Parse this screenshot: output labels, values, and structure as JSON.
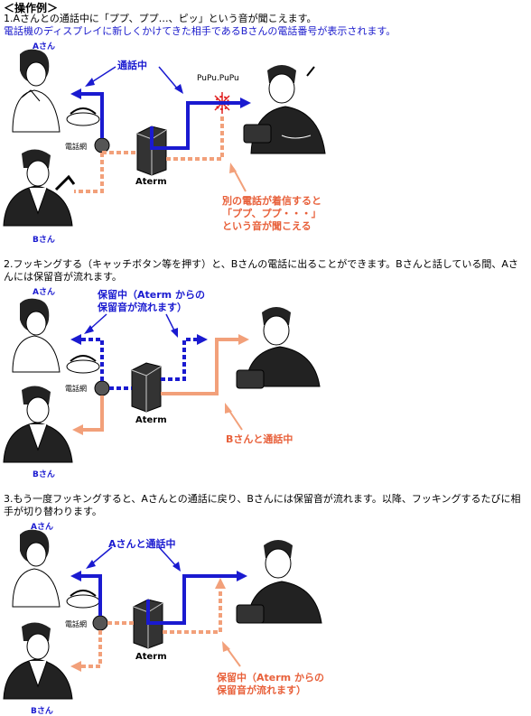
{
  "heading": "＜操作例＞",
  "step1": {
    "text": "1.Aさんとの通話中に「ププ、ププ…、ピッ」という音が聞こえます。",
    "subtext": "電話機のディスプレイに新しくかけてきた相手であるBさんの電話番号が表示されます。",
    "label_a": "Aさん",
    "label_b": "Bさん",
    "callout_top": "通話中",
    "pupu": "PuPu.PuPu",
    "network": "電話網",
    "aterm": "Aterm",
    "callout_bottom": [
      "別の電話が着信すると",
      "「ププ、ププ・・・」",
      "という音が聞こえる"
    ]
  },
  "step2": {
    "text": "2.フッキングする（キャッチボタン等を押す）と、Bさんの電話に出ることができます。Bさんと話している間、Aさんには保留音が流れます。",
    "label_a": "Aさん",
    "label_b": "Bさん",
    "callout_top": [
      "保留中（Aterm からの",
      "保留音が流れます）"
    ],
    "network": "電話網",
    "aterm": "Aterm",
    "callout_bottom": "Bさんと通話中"
  },
  "step3": {
    "text": "3.もう一度フッキングすると、Aさんとの通話に戻り、Bさんには保留音が流れます。以降、フッキングするたびに相手が切り替わります。",
    "label_a": "Aさん",
    "label_b": "Bさん",
    "callout_top": "Aさんと通話中",
    "network": "電話網",
    "aterm": "Aterm",
    "callout_bottom": [
      "保留中（Aterm からの",
      "保留音が流れます）"
    ]
  },
  "colors": {
    "blue": "#1a1ad0",
    "orange": "#f2a07a",
    "orange_text": "#e8603a"
  }
}
